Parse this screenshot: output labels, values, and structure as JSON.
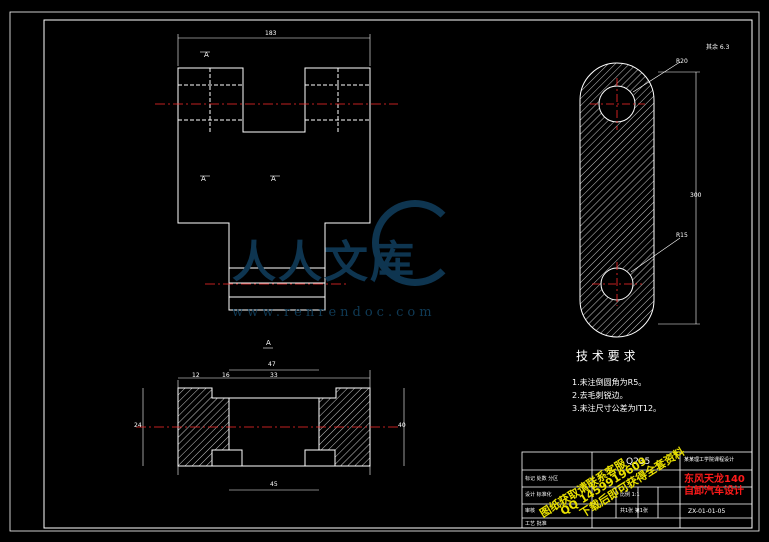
{
  "drawing": {
    "tech_title": "技 术 要 求",
    "tech_notes": [
      "1.未注倒圆角为R5。",
      "2.去毛刺锐边。",
      "3.未注尺寸公差为IT12。"
    ],
    "material": "Q235",
    "roughness_note": "其余 6.3",
    "section_label": "A",
    "dim_width_top": "183",
    "dim_height_right": "300",
    "dim_small_width": "47",
    "dim_bottom_width": "45",
    "dim_inner_1": "12",
    "dim_inner_2": "16",
    "dim_inner_3": "33",
    "dim_right_height": "40",
    "dim_left_height": "24",
    "dim_radius_top": "R20",
    "dim_radius_bottom": "R15",
    "title_block_rows": [
      "标记 处数 分区",
      "设计 标准化",
      "审核",
      "工艺 批准"
    ],
    "title_block_right": "东风天龙140自卸汽车设计",
    "school_name": "某某理工学院课程设计",
    "scale_label": "比例 1:1",
    "sheet_label": "共1张 第1张",
    "drawing_number": "ZX-01-01-05"
  },
  "watermark": {
    "cn": "人人文库",
    "url": "www.renrendoc.com"
  },
  "stamp": {
    "line1": "图纸获取请联系客服",
    "line2": "QQ 1459919609",
    "line3": "下载后即可获得全套资料"
  },
  "colors": {
    "line": "#ffffff",
    "center": "#ff2a2a",
    "hatch": "#ffffff",
    "watermark": "#0f3a55",
    "stamp": "#e8e000",
    "red_text": "#ff1a1a"
  }
}
